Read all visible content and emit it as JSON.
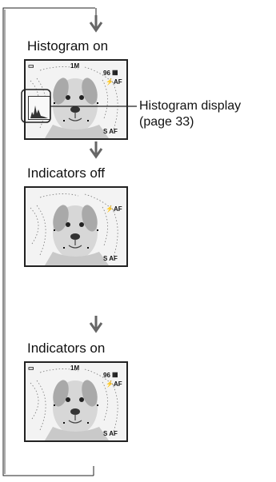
{
  "labels": {
    "histogram_on": "Histogram on",
    "indicators_off": "Indicators off",
    "indicators_on": "Indicators on",
    "histogram_display": "Histogram display",
    "page_ref": "(page 33)"
  },
  "osd": {
    "image_size": "1M",
    "remaining_shots": "96",
    "flash_mode": "⚡AF",
    "focus_label": "S AF"
  },
  "icons": [
    "down-arrow-icon",
    "battery-icon",
    "memory-icon",
    "flash-icon",
    "dog-photo"
  ]
}
